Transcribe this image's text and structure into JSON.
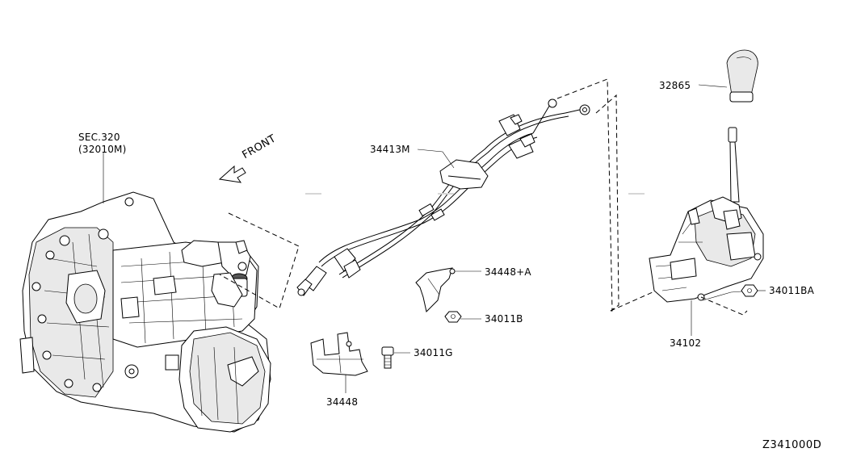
{
  "diagram_code": "Z341000D",
  "front_label": "FRONT",
  "transmission": {
    "sec_line": "SEC.320",
    "part_line": "(32010M)"
  },
  "parts": {
    "p32865": "32865",
    "p34413M": "34413M",
    "p34448A": "34448+A",
    "p34011B": "34011B",
    "p34011G": "34011G",
    "p34448": "34448",
    "p34011BA": "34011BA",
    "p34102": "34102"
  }
}
